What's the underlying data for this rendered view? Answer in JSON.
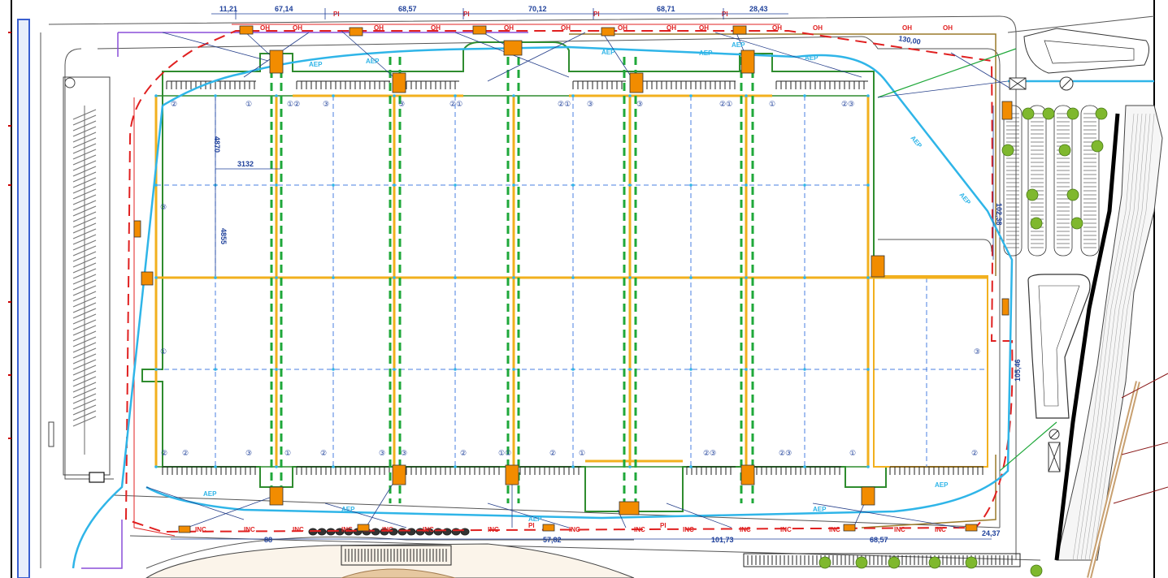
{
  "dimensions": {
    "top": [
      "11,21",
      "67,14",
      "68,57",
      "70,12",
      "68,71",
      "28,43"
    ],
    "bottom": [
      "88",
      "57,82",
      "101,73",
      "68,57",
      "24,37"
    ],
    "grid_horizontal": "3132",
    "grid_vertical_upper": "4870",
    "grid_vertical_lower": "4855",
    "right_side": [
      "102,38",
      "105,46"
    ],
    "diagonal_top_right": "130,00"
  },
  "network_labels": {
    "red_top": "OH",
    "red_bottom": "INC",
    "blue": "AEP",
    "valve": "PI"
  },
  "dock_numbers": {
    "top_row": [
      "②",
      "①",
      "①②",
      "③",
      "③",
      "②①",
      "②①",
      "③",
      "③",
      "②①",
      "①",
      "②③"
    ],
    "bottom_row": [
      "②",
      "②",
      "③",
      "①",
      "②",
      "③",
      "③",
      "②",
      "①①",
      "②",
      "①",
      "②③",
      "②③",
      "①",
      "②"
    ],
    "left_side": [
      "③",
      "①"
    ],
    "right_side": [
      "③"
    ]
  },
  "colors": {
    "background": "#ffffff",
    "building_outline": "#2f8c2f",
    "grid_yellow": "#f2b01e",
    "grid_dashed_blue": "#4a7fe0",
    "fire_main_green": "#1fa83a",
    "water_line_cyan": "#2fb5e8",
    "fire_network_red": "#e02020",
    "equipment_orange": "#f28c00",
    "tree_green": "#7fb82e",
    "road_outline": "#555555",
    "parking_hatch": "#777777",
    "dimension_blue": "#1d3f9a",
    "purple_boundary": "#8a4fd8",
    "brown_boundary": "#9a7a2a"
  }
}
